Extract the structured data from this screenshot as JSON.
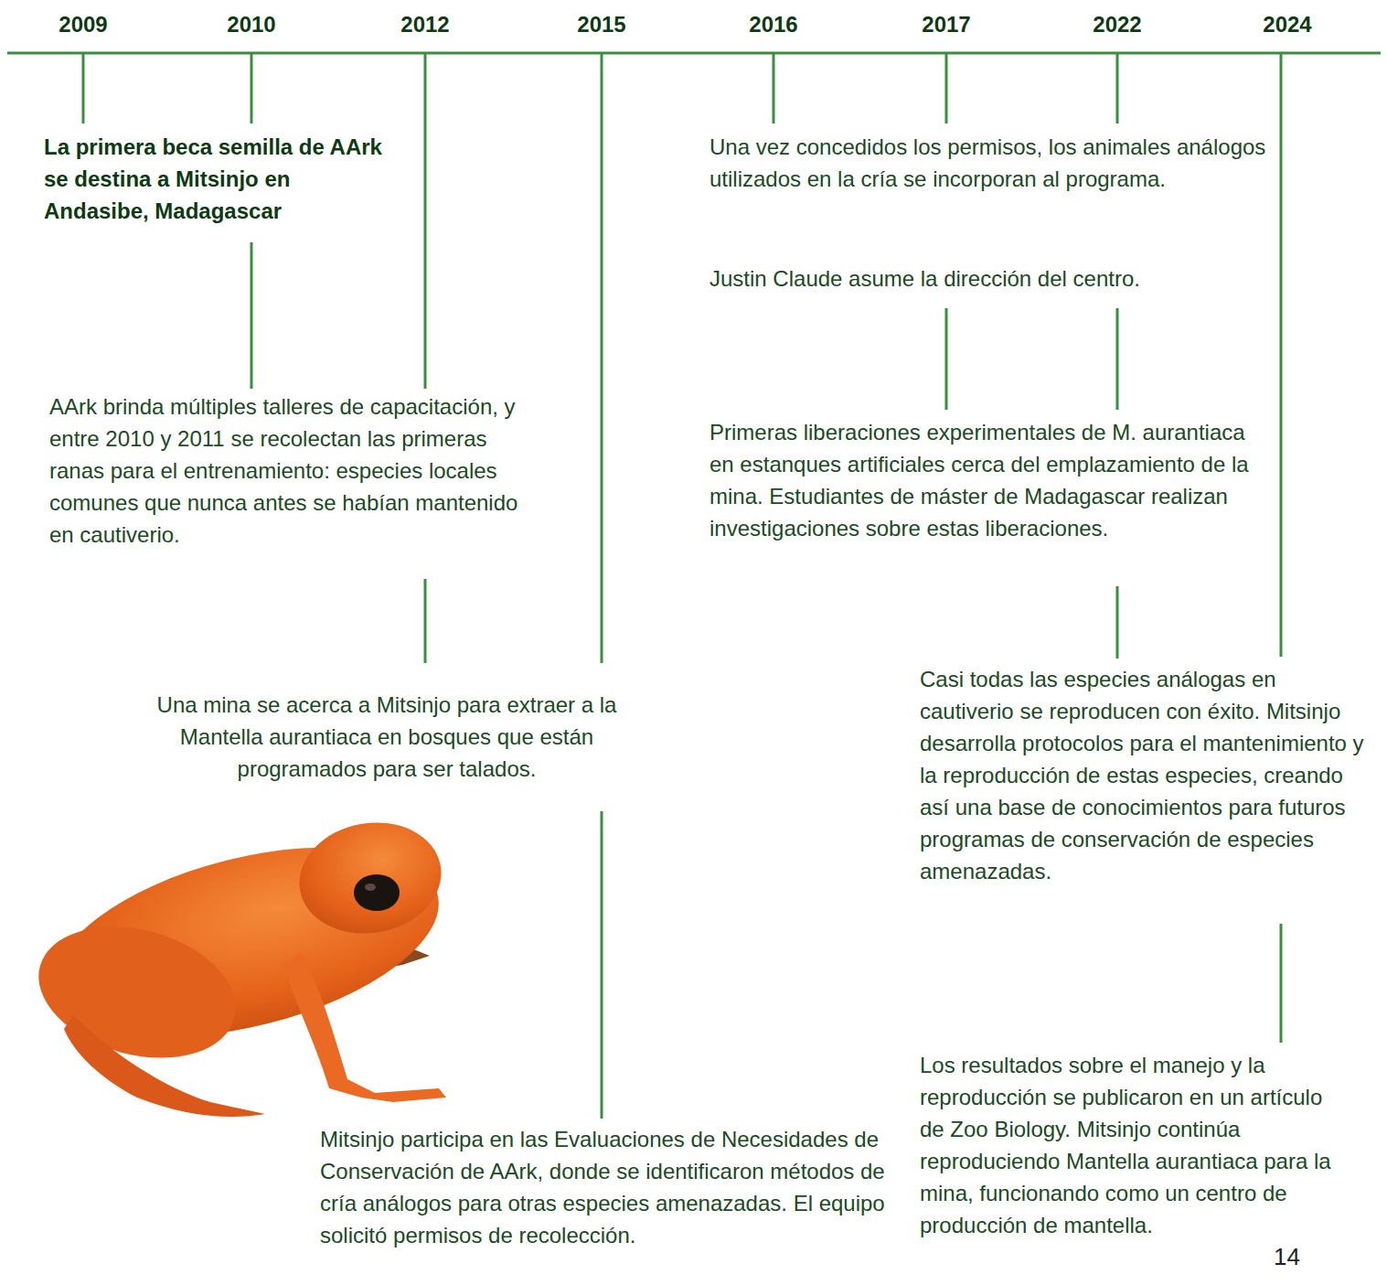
{
  "diagram": {
    "labels": [
      "2009",
      "2010",
      "2012",
      "2015",
      "2016",
      "2017",
      "2022",
      "2024",
      "La primera beca semilla de AArk se destina a Mitsinjo en Andasibe, Madagascar",
      "AArk brinda múltiples talleres de capacitación, y entre 2010 y 2011 se recolectan las primeras ranas para el entrenamiento: especies locales comunes que nunca antes se habían mantenido en cautiverio.",
      "Una mina se acerca a Mitsinjo para extraer a la Mantella aurantiaca en bosques que están programados para ser talados.",
      "Mitsinjo participa en las Evaluaciones de Necesidades de Conservación de AArk, donde se identificaron métodos de cría análogos para otras especies amenazadas. El equipo solicitó permisos de recolección.",
      "Una vez concedidos los permisos, los animales análogos utilizados en la cría se incorporan al programa.",
      "Justin Claude asume la dirección del centro.",
      "Primeras liberaciones experimentales de M. aurantiaca en estanques artificiales cerca del emplazamiento de la mina. Estudiantes de máster de Madagascar realizan investigaciones sobre estas liberaciones.",
      "Casi todas las especies análogas en cautiverio se reproducen con éxito. Mitsinjo desarrolla protocolos para el mantenimiento y la reproducción de estas especies, creando así una base de conocimientos para futuros programas de conservación de especies amenazadas.",
      "Los resultados sobre el manejo y la reproducción se publicaron en un artículo de Zoo Biology. Mitsinjo continúa reproduciendo Mantella aurantiaca para la mina, funcionando como un centro de producción de mantella.",
      "14"
    ]
  }
}
